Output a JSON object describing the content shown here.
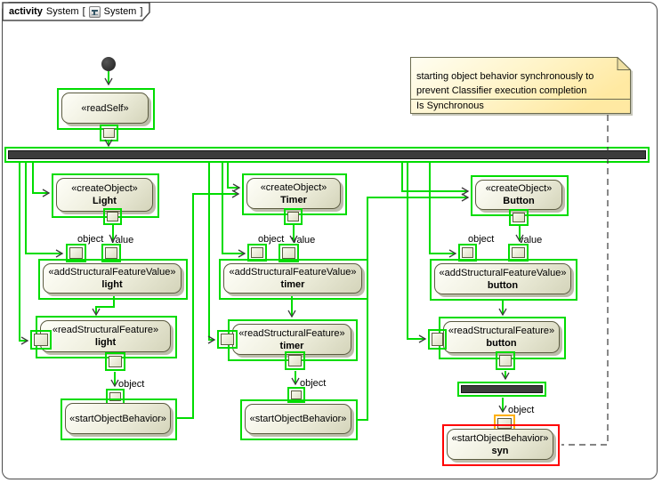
{
  "frame": {
    "kind_label": "activity",
    "title": "System",
    "bracket_open": "[",
    "diagram_name": "System",
    "bracket_close": "]",
    "icon": "activity-diagram-icon"
  },
  "note": {
    "line1": "starting object behavior synchronously to",
    "line2": "prevent Classifier execution completion",
    "property": "Is Synchronous"
  },
  "read_self": {
    "stereotype": "«readSelf»"
  },
  "columns": [
    {
      "create_stereotype": "«createObject»",
      "create_name": "Light",
      "add_stereotype": "«addStructuralFeatureValue»",
      "add_name": "light",
      "read_stereotype": "«readStructuralFeature»",
      "read_name": "light",
      "start_stereotype": "«startObjectBehavior»",
      "start_name": "",
      "pin_object": "object",
      "pin_value": "value",
      "start_pin_label": "object"
    },
    {
      "create_stereotype": "«createObject»",
      "create_name": "Timer",
      "add_stereotype": "«addStructuralFeatureValue»",
      "add_name": "timer",
      "read_stereotype": "«readStructuralFeature»",
      "read_name": "timer",
      "start_stereotype": "«startObjectBehavior»",
      "start_name": "",
      "pin_object": "object",
      "pin_value": "value",
      "start_pin_label": "object"
    },
    {
      "create_stereotype": "«createObject»",
      "create_name": "Button",
      "add_stereotype": "«addStructuralFeatureValue»",
      "add_name": "button",
      "read_stereotype": "«readStructuralFeature»",
      "read_name": "button",
      "start_stereotype": "«startObjectBehavior»",
      "start_name": "syn",
      "pin_object": "object",
      "pin_value": "value",
      "start_pin_label": "object"
    }
  ],
  "colors": {
    "highlight_green": "#00DC00",
    "highlight_red": "#FF0000",
    "highlight_orange": "#FFB000",
    "node_border": "#5B5B40",
    "bar_fill": "#3C3C3C",
    "note_border": "#6B6B4F"
  }
}
